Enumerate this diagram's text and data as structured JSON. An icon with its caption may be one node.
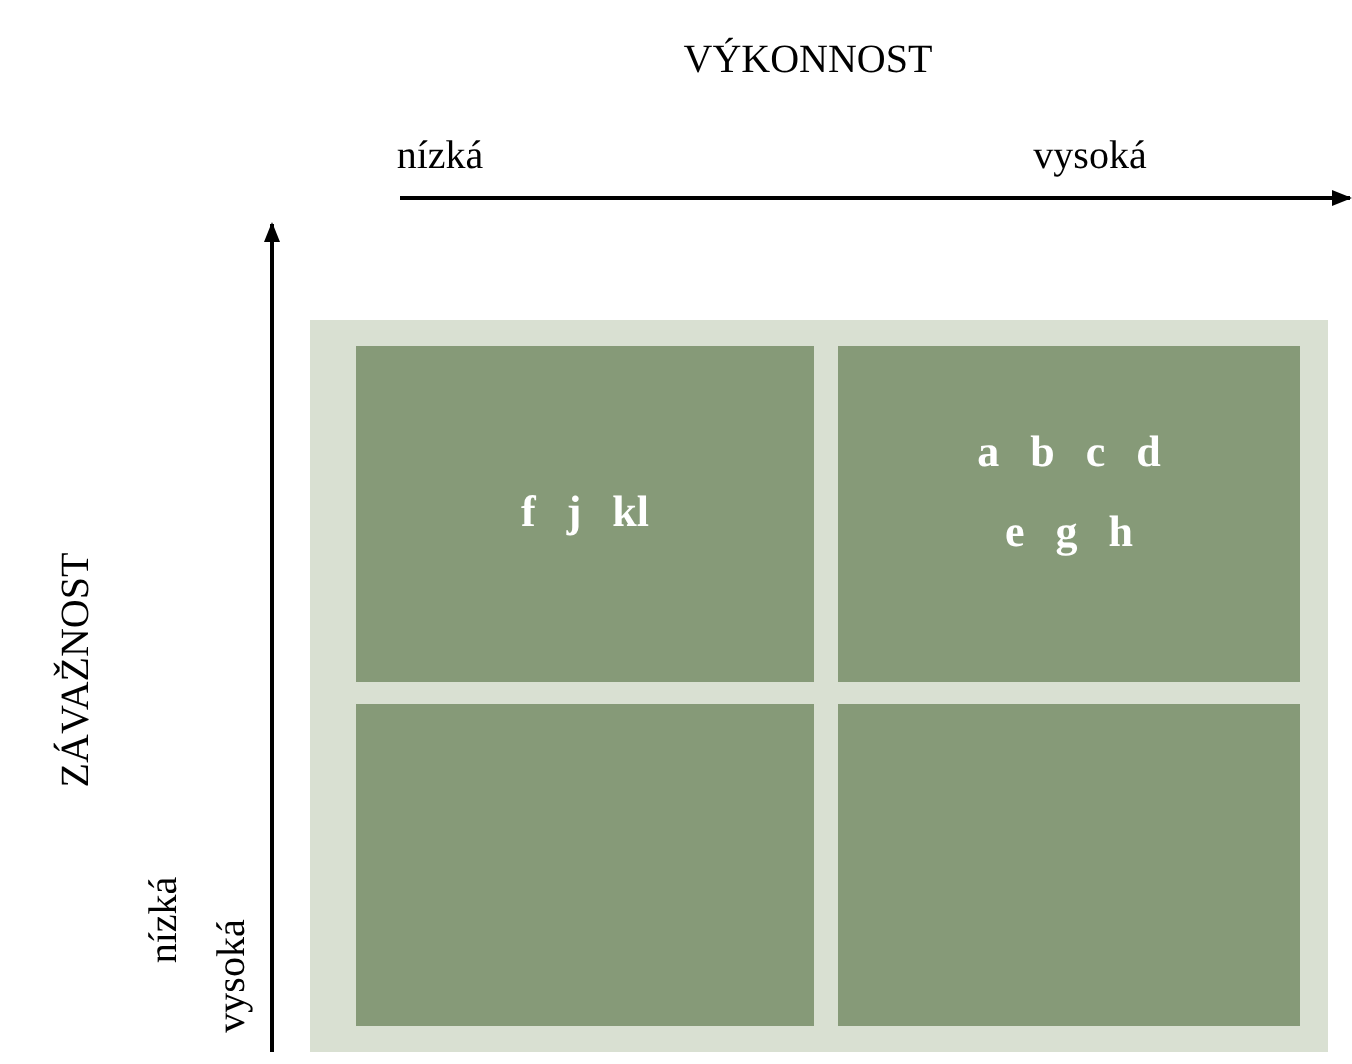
{
  "diagram": {
    "nodes": [
      {
        "text": [],
        "shape": "box"
      },
      {
        "text": [
          "f j kl"
        ],
        "in": 0
      },
      {
        "text": [
          "a b c d",
          "e g h"
        ],
        "in": 0
      },
      {
        "text": [],
        "shape": "box",
        "in": 0
      },
      {
        "text": [],
        "shape": "box",
        "in": 0
      }
    ],
    "labels": [
      "VÝKONNOST",
      "nízká",
      "vysoká",
      "ZÁVAŽNOST",
      "nízká",
      "vysoká"
    ]
  }
}
